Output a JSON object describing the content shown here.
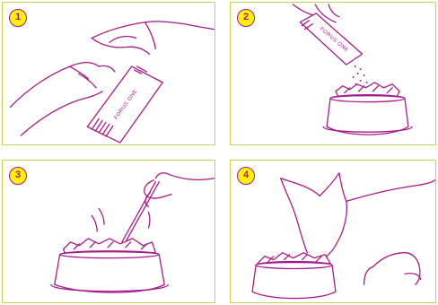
{
  "steps": [
    {
      "number": "1",
      "packet_label": "FORUS ONE"
    },
    {
      "number": "2",
      "packet_label": "FORUS ONE"
    },
    {
      "number": "3"
    },
    {
      "number": "4"
    }
  ],
  "colors": {
    "frame": "#c9d24a",
    "line": "#a7198a",
    "badge_fill": "#fff200"
  }
}
